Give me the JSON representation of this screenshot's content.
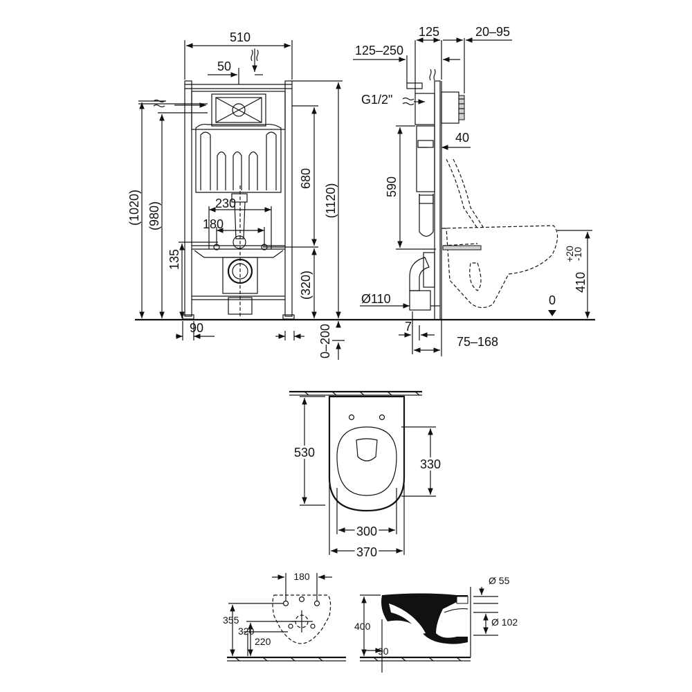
{
  "front_view": {
    "width": "510",
    "inlet_offset": "50",
    "height_1020": "(1020)",
    "height_980": "(980)",
    "height_1120": "(1120)",
    "height_680": "680",
    "spacing_230": "230",
    "spacing_180": "180",
    "height_135": "135",
    "height_320": "(320)",
    "foot_90": "90",
    "foot_adjust": "0–200"
  },
  "side_view": {
    "depth_125": "125",
    "depth_20_95": "20–95",
    "range_125_250": "125–250",
    "pipe_thread": "G1/2\"",
    "offset_40": "40",
    "height_590": "590",
    "height_410": "410",
    "tol_plus": "+20",
    "tol_minus": "-10",
    "drain_diameter": "Ø110",
    "floor_level": "0",
    "gap_7": "7",
    "range_75_168": "75–168"
  },
  "top_view": {
    "length_530": "530",
    "opening_330": "330",
    "width_300": "300",
    "width_370": "370"
  },
  "mount_view": {
    "bolt_spacing": "180",
    "h_355": "355",
    "h_320": "320",
    "h_220": "220"
  },
  "section_view": {
    "height_400": "400",
    "depth_90": "90",
    "inlet_diameter": "Ø 55",
    "outlet_diameter": "Ø 102"
  }
}
